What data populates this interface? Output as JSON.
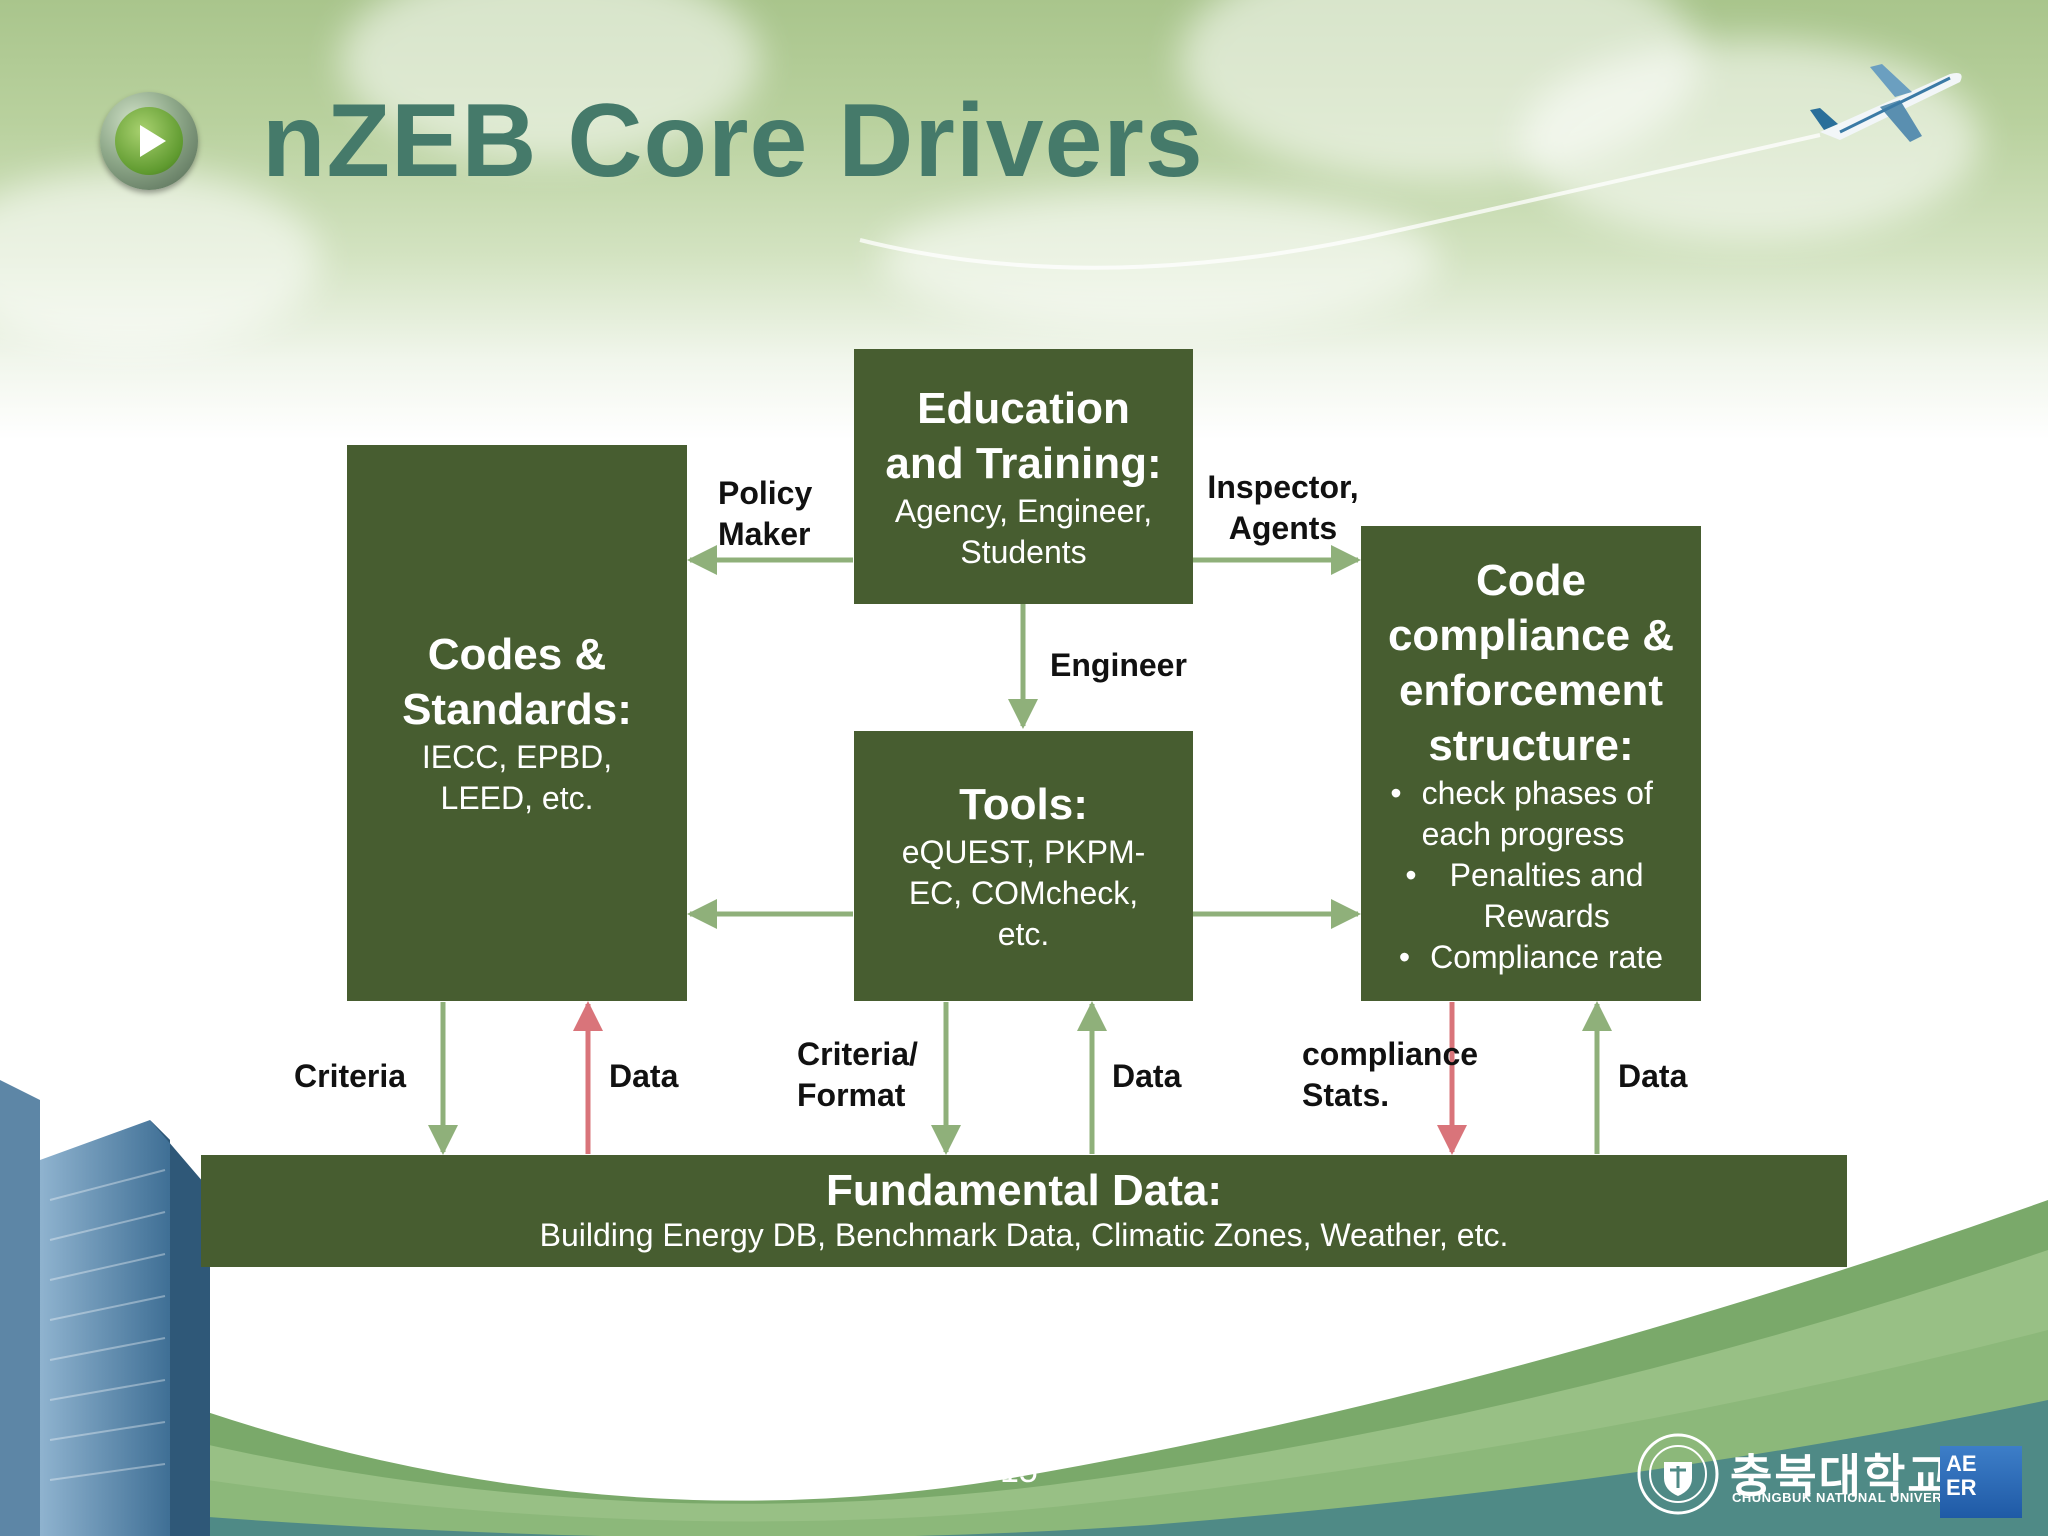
{
  "slide": {
    "title": "nZEB Core Drivers",
    "page_number": "15"
  },
  "boxes": {
    "education": {
      "title": "Education and Training:",
      "body": "Agency, Engineer, Students"
    },
    "codes": {
      "title": "Codes & Standards:",
      "body": "IECC, EPBD, LEED, etc."
    },
    "tools": {
      "title": "Tools:",
      "body": "eQUEST, PKPM-EC, COMcheck, etc."
    },
    "compliance": {
      "title": "Code compliance & enforcement structure:",
      "bullets": [
        "check phases of each progress",
        "Penalties and Rewards",
        "Compliance rate"
      ]
    },
    "fundamental": {
      "title": "Fundamental Data:",
      "body": "Building Energy DB, Benchmark Data, Climatic Zones, Weather, etc."
    }
  },
  "edge_labels": {
    "policy_maker": "Policy Maker",
    "inspector_agents": "Inspector, Agents",
    "engineer": "Engineer",
    "criteria": "Criteria",
    "data_1": "Data",
    "criteria_format": "Criteria/ Format",
    "data_2": "Data",
    "compliance_stats": "compliance Stats.",
    "data_3": "Data"
  },
  "colors": {
    "box_fill": "#475d30",
    "arrow_green": "#8fb07a",
    "arrow_red": "#d9747a",
    "title_color": "#457a6a"
  },
  "logo": {
    "name_ko": "충북대학교",
    "name_en": "CHUNGBUK NATIONAL UNIVERSITY",
    "lab": "AE ER"
  },
  "icons": [
    "play-button-icon",
    "airplane-icon",
    "building-icon",
    "university-seal-icon"
  ]
}
